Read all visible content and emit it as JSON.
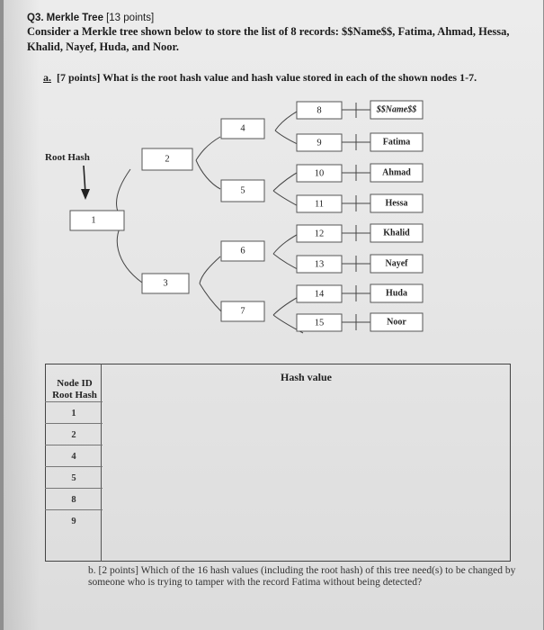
{
  "question": {
    "number": "Q3.",
    "title": "Merkle Tree",
    "points": "[13 points]",
    "line1": "Consider a Merkle tree shown below to store the list of 8 records: $$Name$$, Fatima, Ahmad, Hessa,",
    "line2": "Khalid, Nayef, Huda, and Noor.",
    "part_a_label": "a.",
    "part_a_text": "[7 points] What is the root hash value and hash value stored in each of the shown nodes 1-7."
  },
  "tree": {
    "root_label": "Root Hash",
    "nodes": [
      "1",
      "2",
      "3",
      "4",
      "5",
      "6",
      "7"
    ],
    "leaves": [
      "8",
      "9",
      "10",
      "11",
      "12",
      "13",
      "14",
      "15"
    ],
    "records": [
      "$$Name$$",
      "Fatima",
      "Ahmad",
      "Hessa",
      "Khalid",
      "Nayef",
      "Huda",
      "Noor"
    ]
  },
  "table": {
    "col_node_id": "Node ID",
    "col_root_hash": "Root Hash",
    "col_hash_value": "Hash value",
    "rows": [
      "1",
      "2",
      "4",
      "5",
      "8",
      "9"
    ]
  },
  "part_b": {
    "label": "b.",
    "text": "[2 points] Which of the 16 hash values (including the root hash) of this tree need(s) to be changed by someone who is trying to tamper with the record Fatima without being detected?"
  }
}
